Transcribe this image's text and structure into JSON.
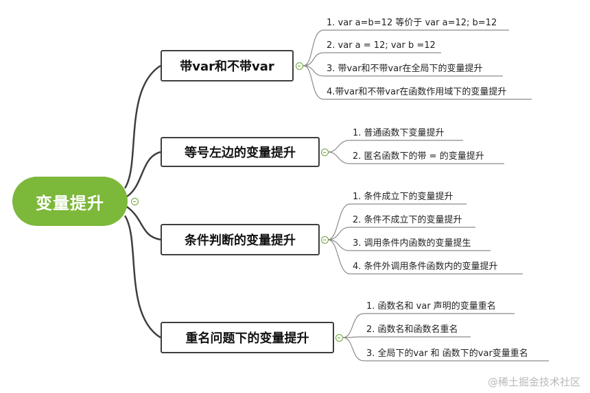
{
  "root": {
    "label": "变量提升"
  },
  "branches": [
    {
      "label": "带var和不带var",
      "leaves": [
        "1. var a=b=12 等价于 var a=12; b=12",
        "2. var a = 12; var b =12",
        "3. 带var和不带var在全局下的变量提升",
        "4.带var和不带var在函数作用域下的变量提升"
      ]
    },
    {
      "label": "等号左边的变量提升",
      "leaves": [
        "1. 普通函数下变量提升",
        "2. 匿名函数下的带 = 的变量提升"
      ]
    },
    {
      "label": "条件判断的变量提升",
      "leaves": [
        "1. 条件成立下的变量提升",
        "2. 条件不成立下的变量提升",
        "3. 调用条件内函数的变量提生",
        "4. 条件外调用条件函数内的变量提升"
      ]
    },
    {
      "label": "重名问题下的变量提升",
      "leaves": [
        "1. 函数名和 var 声明的变量重名",
        "2. 函数名和函数名重名",
        "3. 全局下的var 和 函数下的var变量重名"
      ]
    }
  ],
  "watermark": "@稀土掘金技术社区",
  "colors": {
    "root": "#7cb83a",
    "toggle": "#6aa332",
    "line": "#3d3d3d",
    "leaf_line": "#8a8a8a"
  },
  "icons": {
    "toggle": "collapse-minus-icon"
  }
}
